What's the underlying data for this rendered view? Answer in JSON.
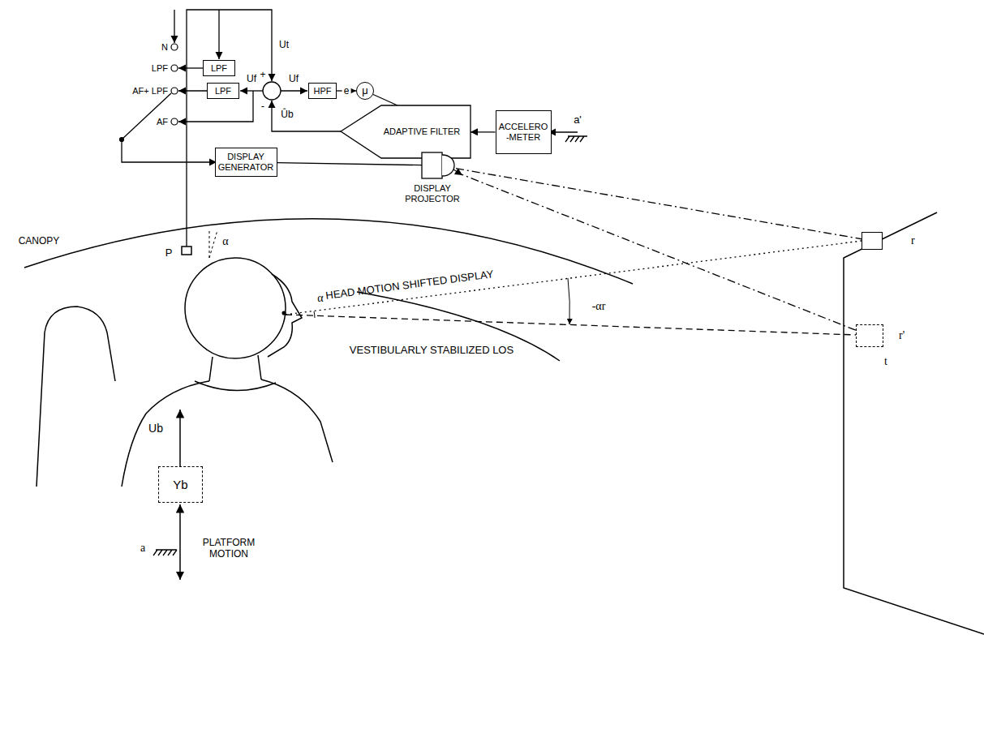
{
  "diagram": {
    "nodes": [
      {
        "text": [
          "LPF"
        ]
      },
      {
        "text": [
          "LPF"
        ]
      },
      {
        "text": [
          "HPF"
        ]
      },
      {
        "text": [
          "μ"
        ]
      },
      {
        "text": [
          "ADAPTIVE FILTER"
        ]
      },
      {
        "text": [
          "ACCELERO -METER"
        ]
      },
      {
        "text": [
          "DISPLAY GENERATOR"
        ]
      },
      {
        "text": [
          "DISPLAY PROJECTOR"
        ]
      },
      {
        "text": [
          "r"
        ]
      },
      {
        "text": [
          "r'"
        ]
      },
      {
        "text": [
          "Yb"
        ]
      }
    ],
    "edges": [
      {
        "from": 2,
        "to": 3,
        "arrow": "to",
        "label": "e"
      },
      {
        "from": 3,
        "to": 4,
        "arrow": "none"
      },
      {
        "from": 5,
        "to": 4,
        "arrow": "to"
      },
      {
        "from": 6,
        "to": 7,
        "arrow": "none"
      },
      {
        "from": 7,
        "to": 8,
        "arrow": "none"
      },
      {
        "from": 7,
        "to": 9,
        "arrow": "none"
      }
    ],
    "labels": [
      "N",
      "LPF",
      "AF+ LPF",
      "AF",
      "Ut",
      "+",
      "Uf",
      "Uf",
      "-",
      "Ûb",
      "a'",
      "CANOPY",
      "P",
      "α",
      "HEAD MOTION SHIFTED DISPLAY",
      "α",
      "-αr",
      "VESTIBULARLY STABILIZED LOS",
      "t",
      "Ub",
      "a",
      "PLATFORM MOTION"
    ]
  }
}
